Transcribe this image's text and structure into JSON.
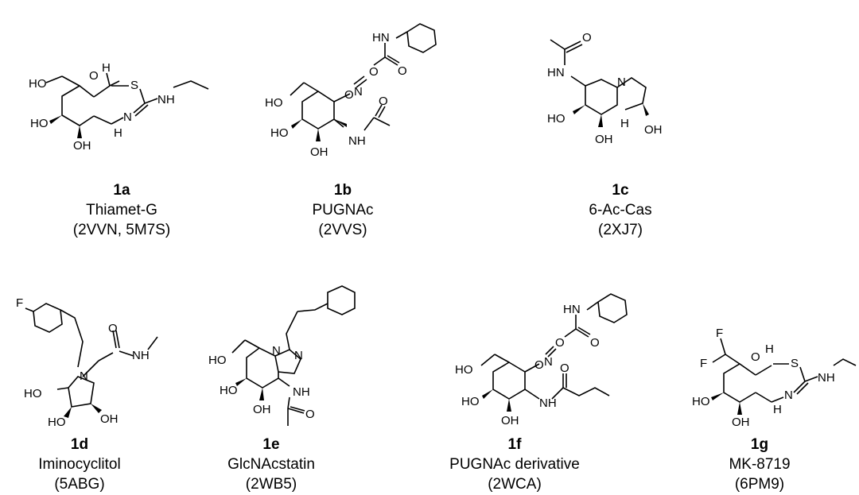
{
  "compounds": [
    {
      "id": "1a",
      "name": "Thiamet-G",
      "pdb": "(2VVN,  5M7S)",
      "labels": {
        "ho1": "HO",
        "ho2": "HO",
        "oh": "OH",
        "o": "O",
        "s": "S",
        "h1": "H",
        "h2": "H",
        "n": "N",
        "nh": "NH"
      }
    },
    {
      "id": "1b",
      "name": "PUGNAc",
      "pdb": "(2VVS)",
      "labels": {
        "ho1": "HO",
        "ho2": "HO",
        "oh": "OH",
        "o_ring": "O",
        "n_ox": "N",
        "o_link": "O",
        "o_carb": "O",
        "hn_top": "HN",
        "nh": "NH",
        "o_ac": "O"
      }
    },
    {
      "id": "1c",
      "name": "6-Ac-Cas",
      "pdb": "(2XJ7)",
      "labels": {
        "o": "O",
        "hn": "HN",
        "n": "N",
        "h": "H",
        "ho": "HO",
        "oh1": "OH",
        "oh2": "OH"
      }
    },
    {
      "id": "1d",
      "name": "Iminocyclitol",
      "pdb": "(5ABG)",
      "labels": {
        "f": "F",
        "n": "N",
        "o": "O",
        "nh": "NH",
        "ho1": "HO",
        "ho2": "HO",
        "oh": "OH"
      }
    },
    {
      "id": "1e",
      "name": "GlcNAcstatin",
      "pdb": "(2WB5)",
      "labels": {
        "n_ring": "N",
        "n_im": "N",
        "ho1": "HO",
        "ho2": "HO",
        "oh": "OH",
        "nh": "NH",
        "o": "O"
      }
    },
    {
      "id": "1f",
      "name": "PUGNAc  derivative",
      "pdb": "(2WCA)",
      "labels": {
        "ho1": "HO",
        "ho2": "HO",
        "oh": "OH",
        "o_ring": "O",
        "n_ox": "N",
        "o_link": "O",
        "o_carb": "O",
        "hn_top": "HN",
        "nh": "NH",
        "o_ac": "O"
      }
    },
    {
      "id": "1g",
      "name": "MK-8719",
      "pdb": "(6PM9)",
      "labels": {
        "f1": "F",
        "f2": "F",
        "o": "O",
        "h1": "H",
        "s": "S",
        "nh": "NH",
        "ho": "HO",
        "oh": "OH",
        "n": "N",
        "h2": "H"
      }
    }
  ]
}
